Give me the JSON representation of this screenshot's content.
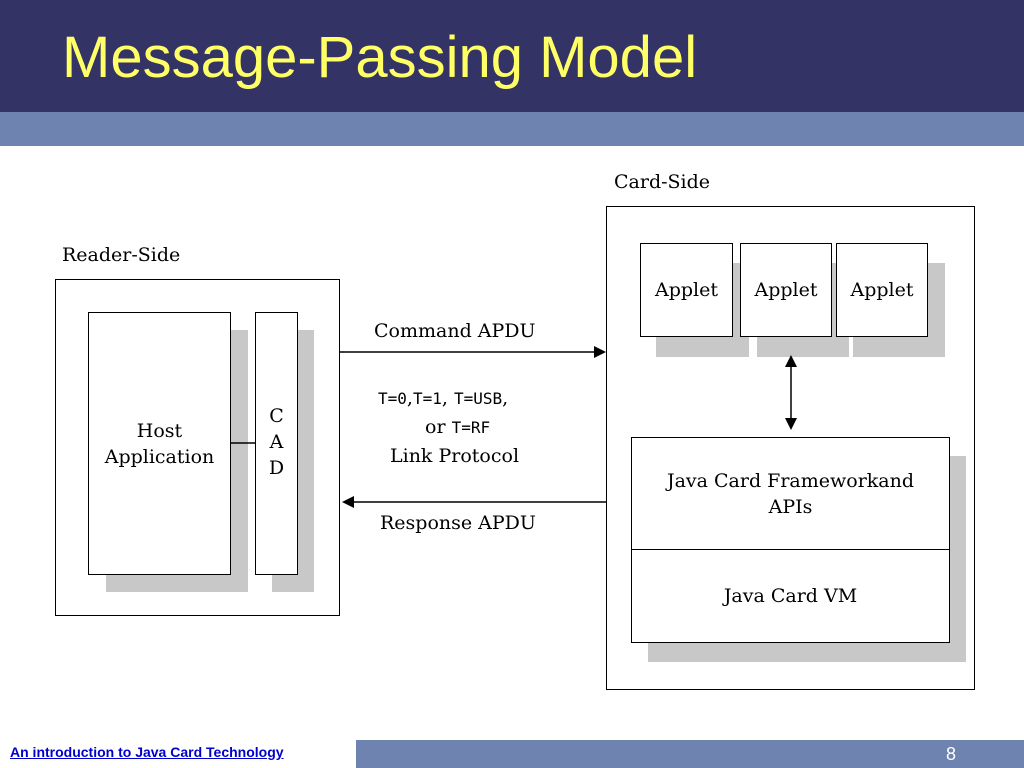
{
  "slide": {
    "title": "Message-Passing Model",
    "footer_link": "An introduction to Java Card Technology",
    "page_number": "8"
  },
  "diagram": {
    "reader_side_label": "Reader-Side",
    "card_side_label": "Card-Side",
    "host_application_line1": "Host",
    "host_application_line2": "Application",
    "cad_letters": [
      "C",
      "A",
      "D"
    ],
    "applets": [
      "Applet",
      "Applet",
      "Applet"
    ],
    "framework_line1": "Java Card Frameworkand",
    "framework_line2": "APIs",
    "vm_label": "Java Card VM",
    "command_apdu": "Command APDU",
    "response_apdu": "Response APDU",
    "protocol_t0": "T=0",
    "protocol_t1": "T=1",
    "protocol_usb": "T=USB",
    "protocol_or": "or",
    "protocol_rf": "T=RF",
    "protocol_label": "Link Protocol",
    "colors": {
      "header_bg": "#333366",
      "title_color": "#ffff66",
      "band_bg": "#6f83b0",
      "shadow": "#c8c8c8"
    }
  }
}
